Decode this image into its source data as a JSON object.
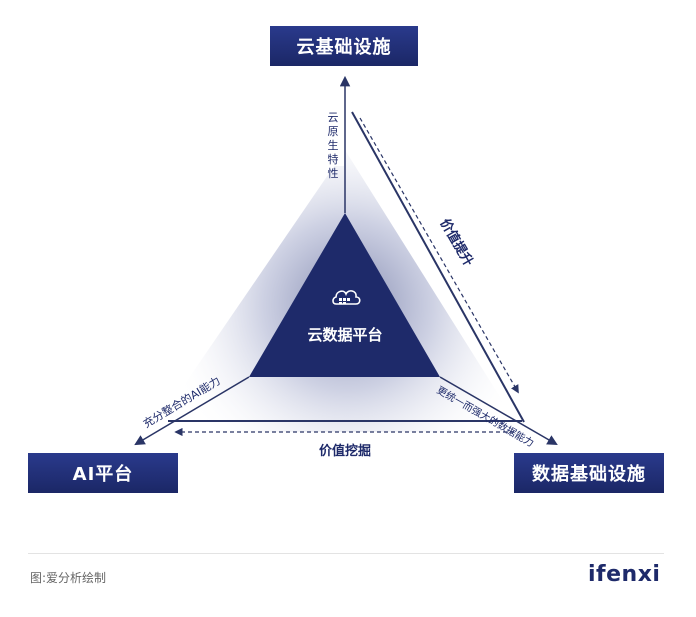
{
  "nodes": {
    "top": "云基础设施",
    "left": "AI平台",
    "right": "数据基础设施",
    "center": "云数据平台"
  },
  "edges": {
    "cloud_native": "云原生特性",
    "value_up": "价值提升",
    "ai_capability": "充分整合的AI能力",
    "data_capability": "更统一而强大的数据能力",
    "value_mining": "价值挖掘"
  },
  "footer": {
    "source": "图:爱分析绘制",
    "logo": "ifenxi"
  },
  "icons": {
    "center": "cloud-data-icon"
  },
  "colors": {
    "primary": "#1e2a6a",
    "box": "#24337e",
    "line": "#2a3566"
  }
}
